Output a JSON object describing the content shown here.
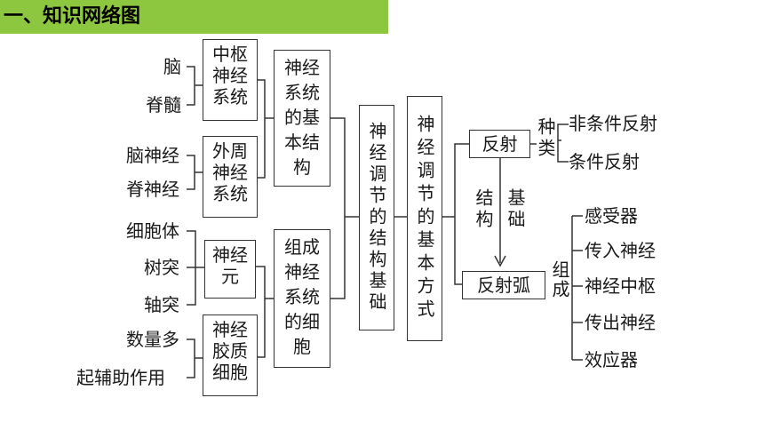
{
  "header": {
    "title": "一、知识网络图"
  },
  "diagram": {
    "central_nervous_system": {
      "label": "中枢神经系统",
      "parts": [
        "脑",
        "脊髓"
      ]
    },
    "peripheral_nervous_system": {
      "label": "外周神经系统",
      "parts": [
        "脑神经",
        "脊神经"
      ]
    },
    "basic_structure": "神经系统的基本结构",
    "neuron": {
      "label": "神经元",
      "parts": [
        "细胞体",
        "树突",
        "轴突"
      ]
    },
    "glial_cell": {
      "label": "神经胶质细胞",
      "parts": [
        "数量多",
        "起辅助作用"
      ]
    },
    "component_cells": "组成神经系统的细胞",
    "structural_basis": "神经调节的结构基础",
    "basic_way": "神经调节的基本方式",
    "reflex": {
      "label": "反射",
      "type_label": "种类",
      "types": [
        "非条件反射",
        "条件反射"
      ]
    },
    "structural_basis_label_a": "结构",
    "structural_basis_label_b": "基础",
    "reflex_arc": {
      "label": "反射弧",
      "composition_label": "组成",
      "parts": [
        "感受器",
        "传入神经",
        "神经中枢",
        "传出神经",
        "效应器"
      ]
    }
  }
}
